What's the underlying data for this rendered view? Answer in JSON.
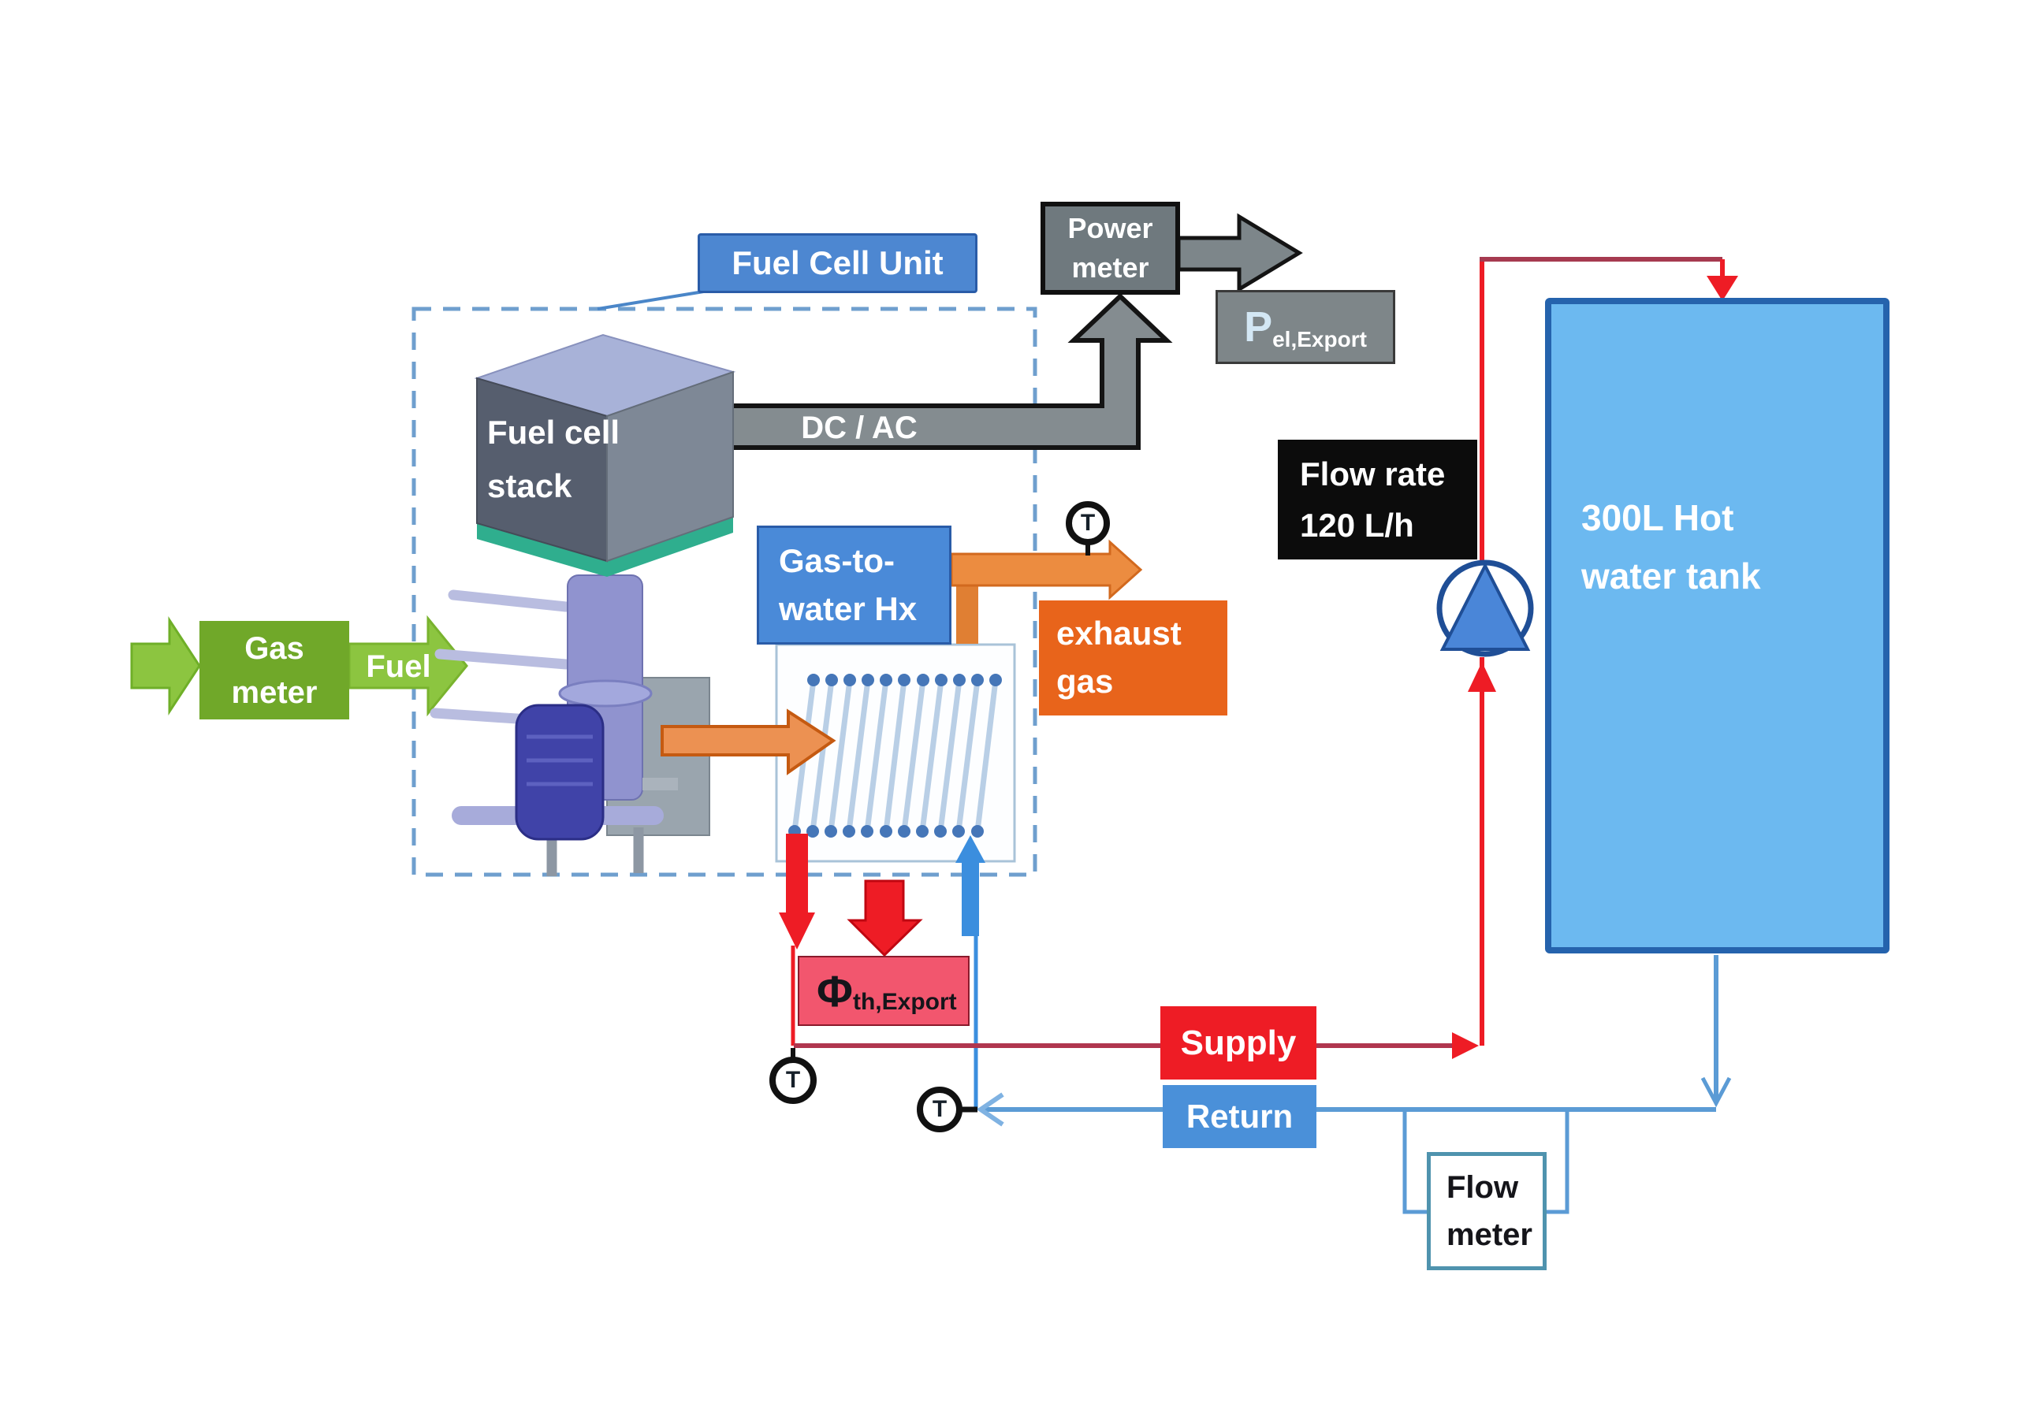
{
  "nodes": {
    "gas_meter": {
      "label": "Gas meter"
    },
    "fuel": {
      "label": "Fuel"
    },
    "fuel_cell_unit": {
      "label": "Fuel Cell Unit"
    },
    "fuel_cell_stack": {
      "label": "Fuel cell stack"
    },
    "dc_ac": {
      "label": "DC / AC"
    },
    "power_meter": {
      "label": "Power meter"
    },
    "p_el_export": {
      "symbol": "P",
      "subscript": "el,Export"
    },
    "gas_to_water_hx": {
      "line1": "Gas-to-",
      "line2": "water Hx"
    },
    "exhaust_gas": {
      "label": "exhaust gas"
    },
    "flow_rate": {
      "line1": "Flow rate",
      "line2": "120 L/h"
    },
    "hot_water_tank": {
      "label": "300L Hot water tank"
    },
    "phi_th_export": {
      "symbol": "Φ",
      "subscript": "th,Export"
    },
    "supply": {
      "label": "Supply"
    },
    "return": {
      "label": "Return"
    },
    "flow_meter": {
      "label": "Flow meter"
    },
    "temperature_sensor": {
      "label": "T"
    }
  },
  "colors": {
    "green_arrow": "#8cc540",
    "green_box": "#70a829",
    "label_blue": "#4d87d1",
    "hx_blue": "#4a8ad8",
    "meter_gray": "#6f797e",
    "electric_gray": "#848c90",
    "exhaust_orange": "#e8641b",
    "pipe_orange": "#ec8c40",
    "black_box": "#0c0c0c",
    "tank_fill": "#6cb9f0",
    "tank_border": "#2563ad",
    "bright_red": "#ee1c25",
    "supply_dark_red": "#b0364f",
    "return_blue": "#5b9bd5",
    "phi_pink": "#f2566e",
    "dashed_border": "#6f9fce",
    "pump_blue": "#4a86d8"
  }
}
